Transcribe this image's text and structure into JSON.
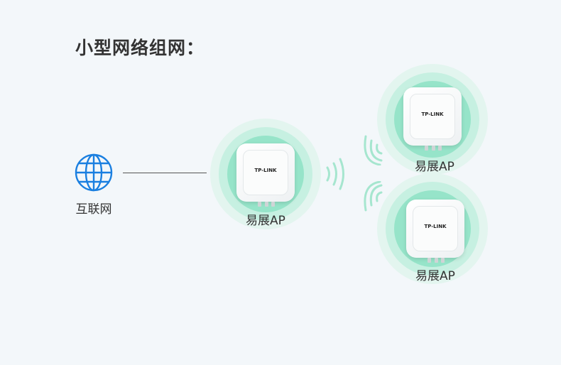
{
  "title": "小型网络组网：",
  "internet": {
    "label": "互联网",
    "icon": "globe-icon",
    "color": "#1a7fe0"
  },
  "aps": [
    {
      "label": "易展AP",
      "brand": "TP-LINK"
    },
    {
      "label": "易展AP",
      "brand": "TP-LINK"
    },
    {
      "label": "易展AP",
      "brand": "TP-LINK"
    }
  ],
  "colors": {
    "ring_outer": "#e3f5ef",
    "ring_mid": "#bfeedd",
    "ring_inner": "#8ee3c6",
    "wave": "#a6e6cf"
  }
}
